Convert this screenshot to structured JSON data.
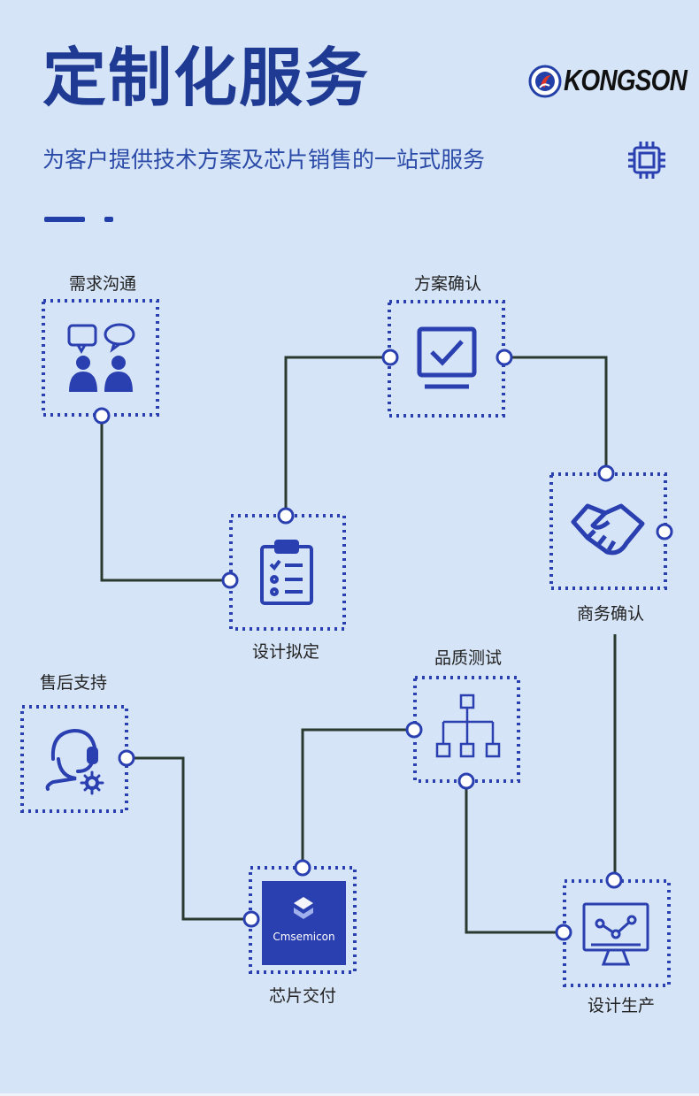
{
  "header": {
    "title": "定制化服务",
    "subtitle": "为客户提供技术方案及芯片销售的一站式服务",
    "logo_text": "KONGSON"
  },
  "steps": {
    "demand": {
      "label": "需求沟通",
      "icon": "people-chat-icon"
    },
    "plan_confirm": {
      "label": "方案确认",
      "icon": "monitor-check-icon"
    },
    "business_confirm": {
      "label": "商务确认",
      "icon": "handshake-icon"
    },
    "design_draft": {
      "label": "设计拟定",
      "icon": "clipboard-checklist-icon"
    },
    "quality_test": {
      "label": "品质测试",
      "icon": "hierarchy-icon"
    },
    "after_sales": {
      "label": "售后支持",
      "icon": "headset-support-icon"
    },
    "chip_delivery": {
      "label": "芯片交付",
      "icon": "cmsemicon-chip-icon",
      "brand": "Cmsemicon"
    },
    "design_production": {
      "label": "设计生产",
      "icon": "monitor-chart-icon"
    }
  },
  "colors": {
    "background": "#d6e4f7",
    "accent": "#2a3fb0",
    "connector": "#2b3a2f",
    "title": "#1f3a93"
  }
}
